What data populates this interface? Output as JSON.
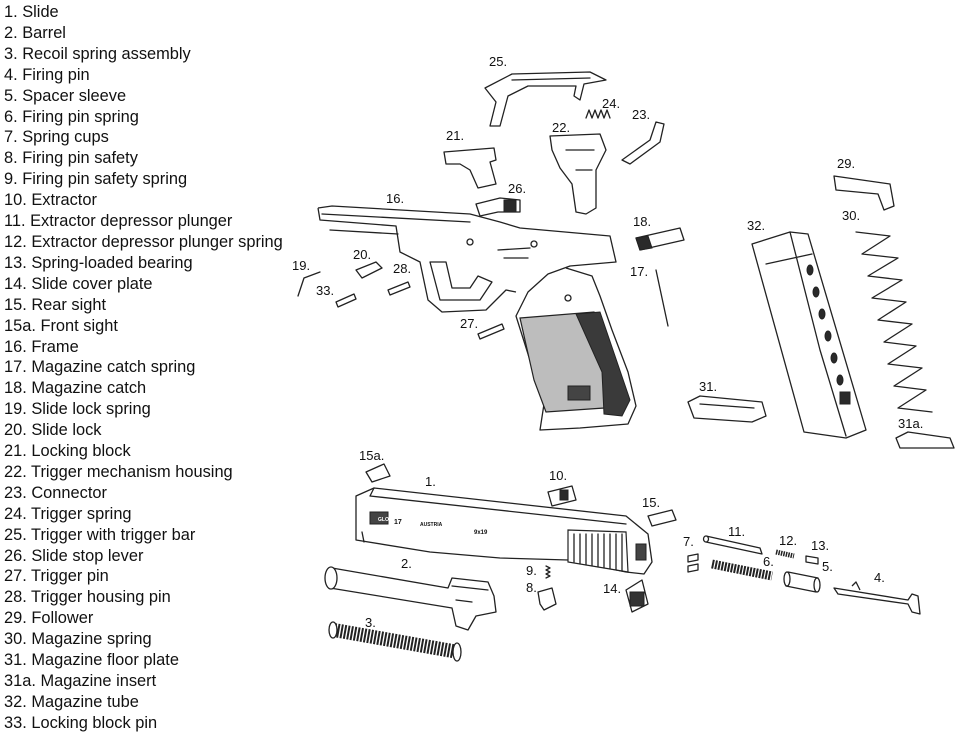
{
  "parts": [
    "1. Slide",
    "2. Barrel",
    "3. Recoil spring assembly",
    "4. Firing pin",
    "5. Spacer sleeve",
    "6. Firing pin spring",
    "7. Spring cups",
    "8. Firing pin safety",
    "9. Firing pin safety spring",
    "10. Extractor",
    "11. Extractor depressor plunger",
    "12. Extractor depressor plunger spring",
    "13. Spring-loaded bearing",
    "14. Slide cover plate",
    "15. Rear sight",
    "15a. Front sight",
    "16. Frame",
    "17. Magazine catch spring",
    "18. Magazine catch",
    "19. Slide lock spring",
    "20. Slide lock",
    "21. Locking block",
    "22. Trigger mechanism housing",
    "23. Connector",
    "24. Trigger spring",
    "25. Trigger with trigger bar",
    "26. Slide stop lever",
    "27. Trigger pin",
    "28. Trigger housing pin",
    "29. Follower",
    "30. Magazine spring",
    "31. Magazine floor plate",
    "31a. Magazine insert",
    "32. Magazine tube",
    "33. Locking block pin"
  ],
  "callouts": {
    "c1": "1.",
    "c2": "2.",
    "c3": "3.",
    "c4": "4.",
    "c5": "5.",
    "c6": "6.",
    "c7": "7.",
    "c8": "8.",
    "c9": "9.",
    "c10": "10.",
    "c11": "11.",
    "c12": "12.",
    "c13": "13.",
    "c14": "14.",
    "c15": "15.",
    "c15a": "15a.",
    "c16": "16.",
    "c17": "17.",
    "c18": "18.",
    "c19": "19.",
    "c20": "20.",
    "c21": "21.",
    "c22": "22.",
    "c23": "23.",
    "c24": "24.",
    "c25": "25.",
    "c26": "26.",
    "c27": "27.",
    "c28": "28.",
    "c29": "29.",
    "c30": "30.",
    "c31": "31.",
    "c31a": "31a.",
    "c32": "32.",
    "c33": "33."
  },
  "engraving": {
    "logo": "GLOCK",
    "model": "17",
    "country": "AUSTRIA",
    "caliber": "9x19"
  }
}
